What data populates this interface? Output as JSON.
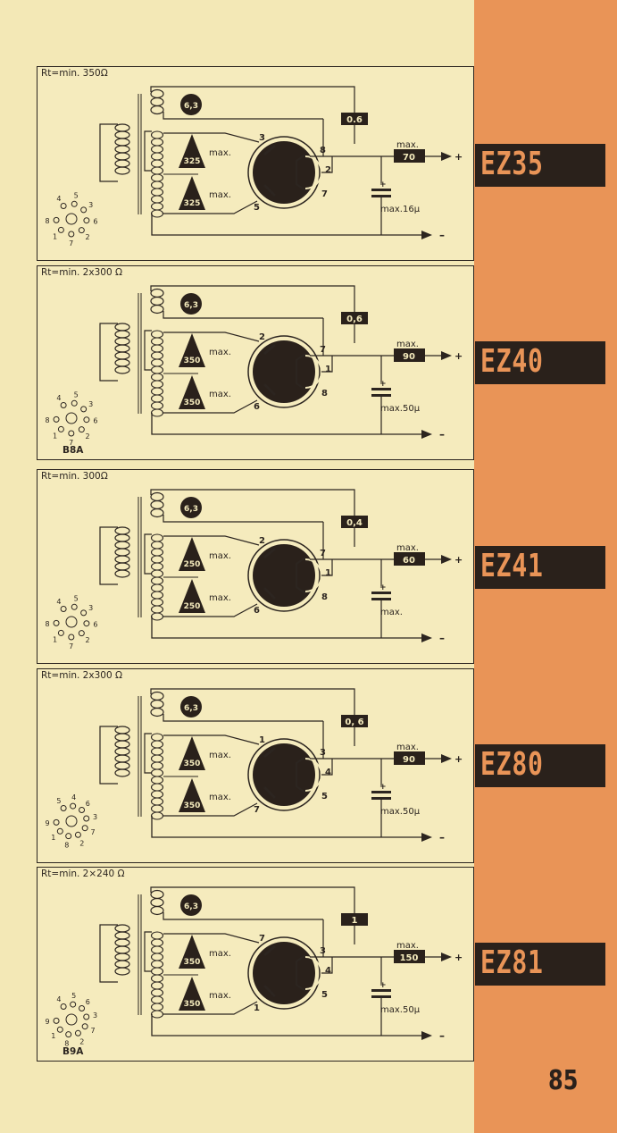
{
  "page_number": "85",
  "colors": {
    "paper": "#f3e8b6",
    "orange": "#e99457",
    "ink": "#2a211b"
  },
  "circuits": [
    {
      "tube": "EZ35",
      "rt_label": "Rt=min. 350Ω",
      "heater": "6,3",
      "diode_voltages": [
        "325",
        "325"
      ],
      "diode_max_labels": [
        "max.",
        "max."
      ],
      "heater_current": "0.6",
      "output_current_label": "max.",
      "output_current": "70",
      "capacitor": "max.16μ",
      "plus": "+",
      "minus": "–",
      "pins": {
        "anode1": "3",
        "anode2": "5",
        "cathode_top": "8",
        "cathode_mid": "2",
        "cathode_bot": "7"
      },
      "base_pins": [
        "4",
        "5",
        "3",
        "6",
        "2",
        "7",
        "1",
        "8"
      ],
      "base_label": ""
    },
    {
      "tube": "EZ40",
      "rt_label": "Rt=min. 2x300 Ω",
      "heater": "6,3",
      "diode_voltages": [
        "350",
        "350"
      ],
      "diode_max_labels": [
        "max.",
        "max."
      ],
      "heater_current": "0,6",
      "output_current_label": "max.",
      "output_current": "90",
      "capacitor": "max.50μ",
      "plus": "+",
      "minus": "–",
      "pins": {
        "anode1": "2",
        "anode2": "6",
        "cathode_top": "7",
        "cathode_mid": "1",
        "cathode_bot": "8"
      },
      "base_pins": [
        "4",
        "5",
        "3",
        "6",
        "2",
        "7",
        "1",
        "8"
      ],
      "base_label": "B8A"
    },
    {
      "tube": "EZ41",
      "rt_label": "Rt=min. 300Ω",
      "heater": "6,3",
      "diode_voltages": [
        "250",
        "250"
      ],
      "diode_max_labels": [
        "max.",
        "max."
      ],
      "heater_current": "0,4",
      "output_current_label": "max.",
      "output_current": "60",
      "capacitor": "max.",
      "plus": "+",
      "minus": "–",
      "pins": {
        "anode1": "2",
        "anode2": "6",
        "cathode_top": "7",
        "cathode_mid": "1",
        "cathode_bot": "8"
      },
      "base_pins": [
        "4",
        "5",
        "3",
        "6",
        "2",
        "7",
        "1",
        "8"
      ],
      "base_label": ""
    },
    {
      "tube": "EZ80",
      "rt_label": "Rt=min. 2x300 Ω",
      "heater": "6,3",
      "diode_voltages": [
        "350",
        "350"
      ],
      "diode_max_labels": [
        "max.",
        "max."
      ],
      "heater_current": "0, 6",
      "output_current_label": "max.",
      "output_current": "90",
      "capacitor": "max.50μ",
      "plus": "+",
      "minus": "–",
      "pins": {
        "anode1": "1",
        "anode2": "7",
        "cathode_top": "3",
        "cathode_mid": "4",
        "cathode_bot": "5"
      },
      "base_pins": [
        "5",
        "4",
        "6",
        "3",
        "7",
        "2",
        "8",
        "1",
        "9"
      ],
      "base_label": ""
    },
    {
      "tube": "EZ81",
      "rt_label": "Rt=min. 2×240 Ω",
      "heater": "6,3",
      "diode_voltages": [
        "350",
        "350"
      ],
      "diode_max_labels": [
        "max.",
        "max."
      ],
      "heater_current": "1",
      "output_current_label": "max.",
      "output_current": "150",
      "capacitor": "max.50μ",
      "plus": "+",
      "minus": "–",
      "pins": {
        "anode1": "7",
        "anode2": "1",
        "cathode_top": "3",
        "cathode_mid": "4",
        "cathode_bot": "5"
      },
      "base_pins": [
        "4",
        "5",
        "6",
        "3",
        "7",
        "2",
        "8",
        "1",
        "9"
      ],
      "base_label": "B9A"
    }
  ]
}
